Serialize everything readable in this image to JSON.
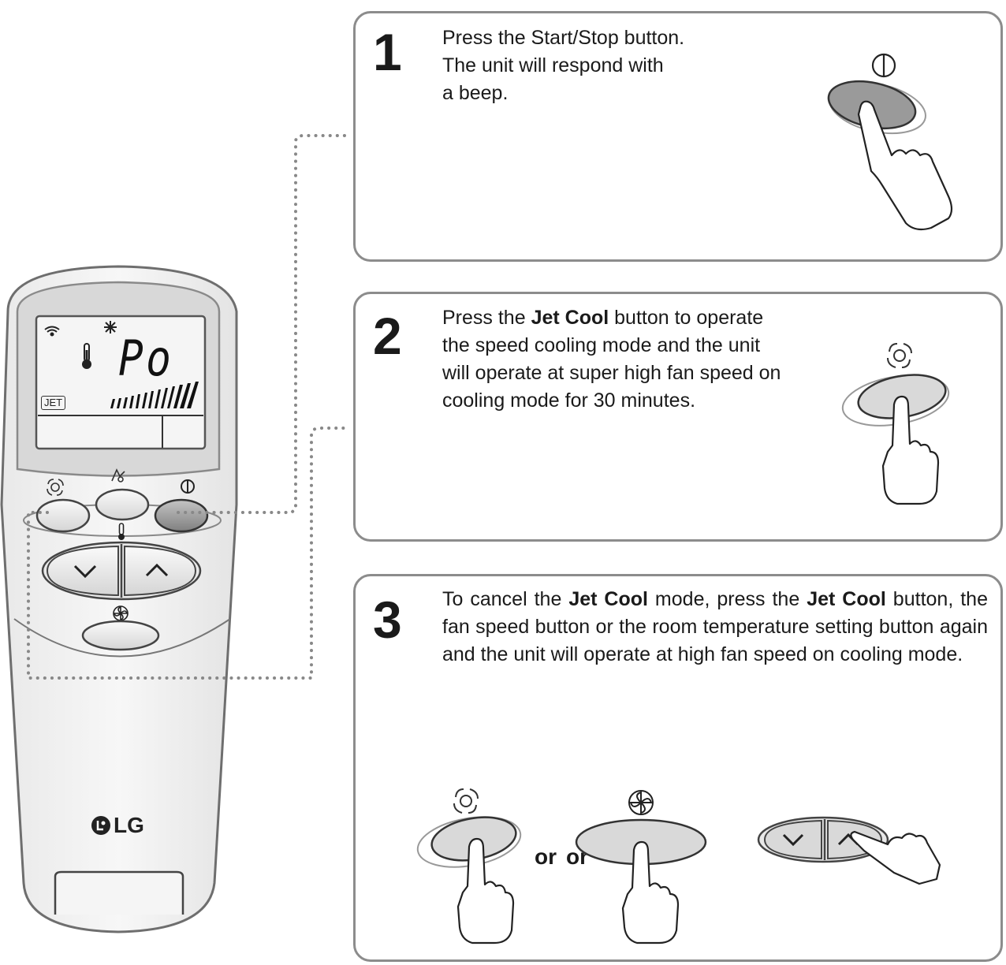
{
  "steps": [
    {
      "number": "1",
      "lines": [
        "Press the Start/Stop button.",
        "The unit will respond with",
        "a beep."
      ]
    },
    {
      "number": "2",
      "t1": "Press the ",
      "b1": "Jet Cool",
      "t2": " button to operate the speed cooling mode and the unit will operate at super high fan speed on cooling mode for 30 minutes."
    },
    {
      "number": "3",
      "t1": "To cancel the ",
      "b1": "Jet Cool",
      "t2": " mode, press the ",
      "b2": "Jet Cool",
      "t3": " button, the fan speed button or the room temperature setting button again and the unit will operate at high fan speed on cooling mode."
    }
  ],
  "or_labels": [
    "or",
    "or"
  ],
  "remote": {
    "display_code": "Po",
    "display_badge": "JET",
    "brand": "LG"
  },
  "colors": {
    "box_border": "#8c8c8c",
    "remote_body": "#f0f0f0",
    "lcd": "#f5f5f5",
    "button_fill": "#e6e6e6",
    "pressed_button": "#9a9a9a"
  }
}
